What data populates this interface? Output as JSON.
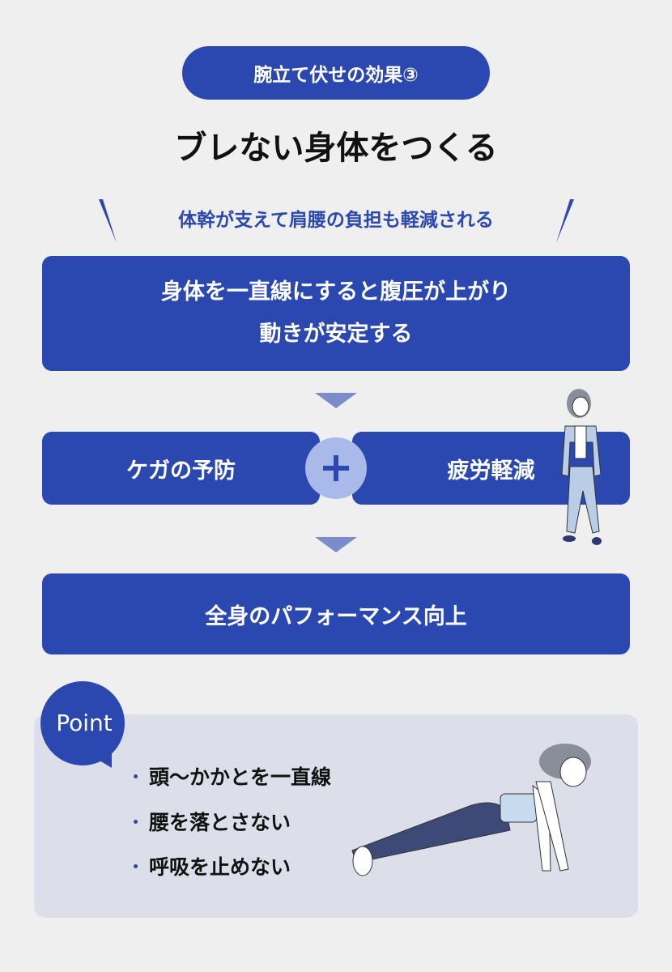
{
  "header": {
    "badge": "腕立て伏せの効果③",
    "title": "ブレない身体をつくる",
    "subtitle": "体幹が支えて肩腰の負担も軽減される"
  },
  "flow": {
    "main_line1": "身体を一直線にすると腹圧が上がり",
    "main_line2": "動きが安定する",
    "left": "ケガの予防",
    "right": "疲労軽減",
    "result": "全身のパフォーマンス向上"
  },
  "point": {
    "label": "Point",
    "items": [
      "頭〜かかとを一直線",
      "腰を落とさない",
      "呼吸を止めない"
    ]
  },
  "colors": {
    "accent": "#2a48b0",
    "background": "#efefef",
    "point_bg": "#dcdfe9"
  }
}
